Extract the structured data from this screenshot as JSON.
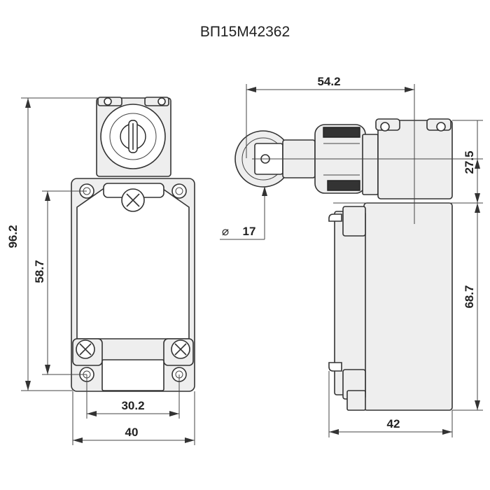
{
  "title": "ВП15М42362",
  "dimensions": {
    "height_total": "96.2",
    "hole_pitch_vertical": "58.7",
    "hole_pitch_horizontal": "30.2",
    "width_front": "40",
    "lever_reach": "54.2",
    "roller_diameter_symbol": "⌀",
    "roller_diameter": "17",
    "actuator_height": "27.5",
    "body_height": "68.7",
    "depth_side": "42"
  }
}
